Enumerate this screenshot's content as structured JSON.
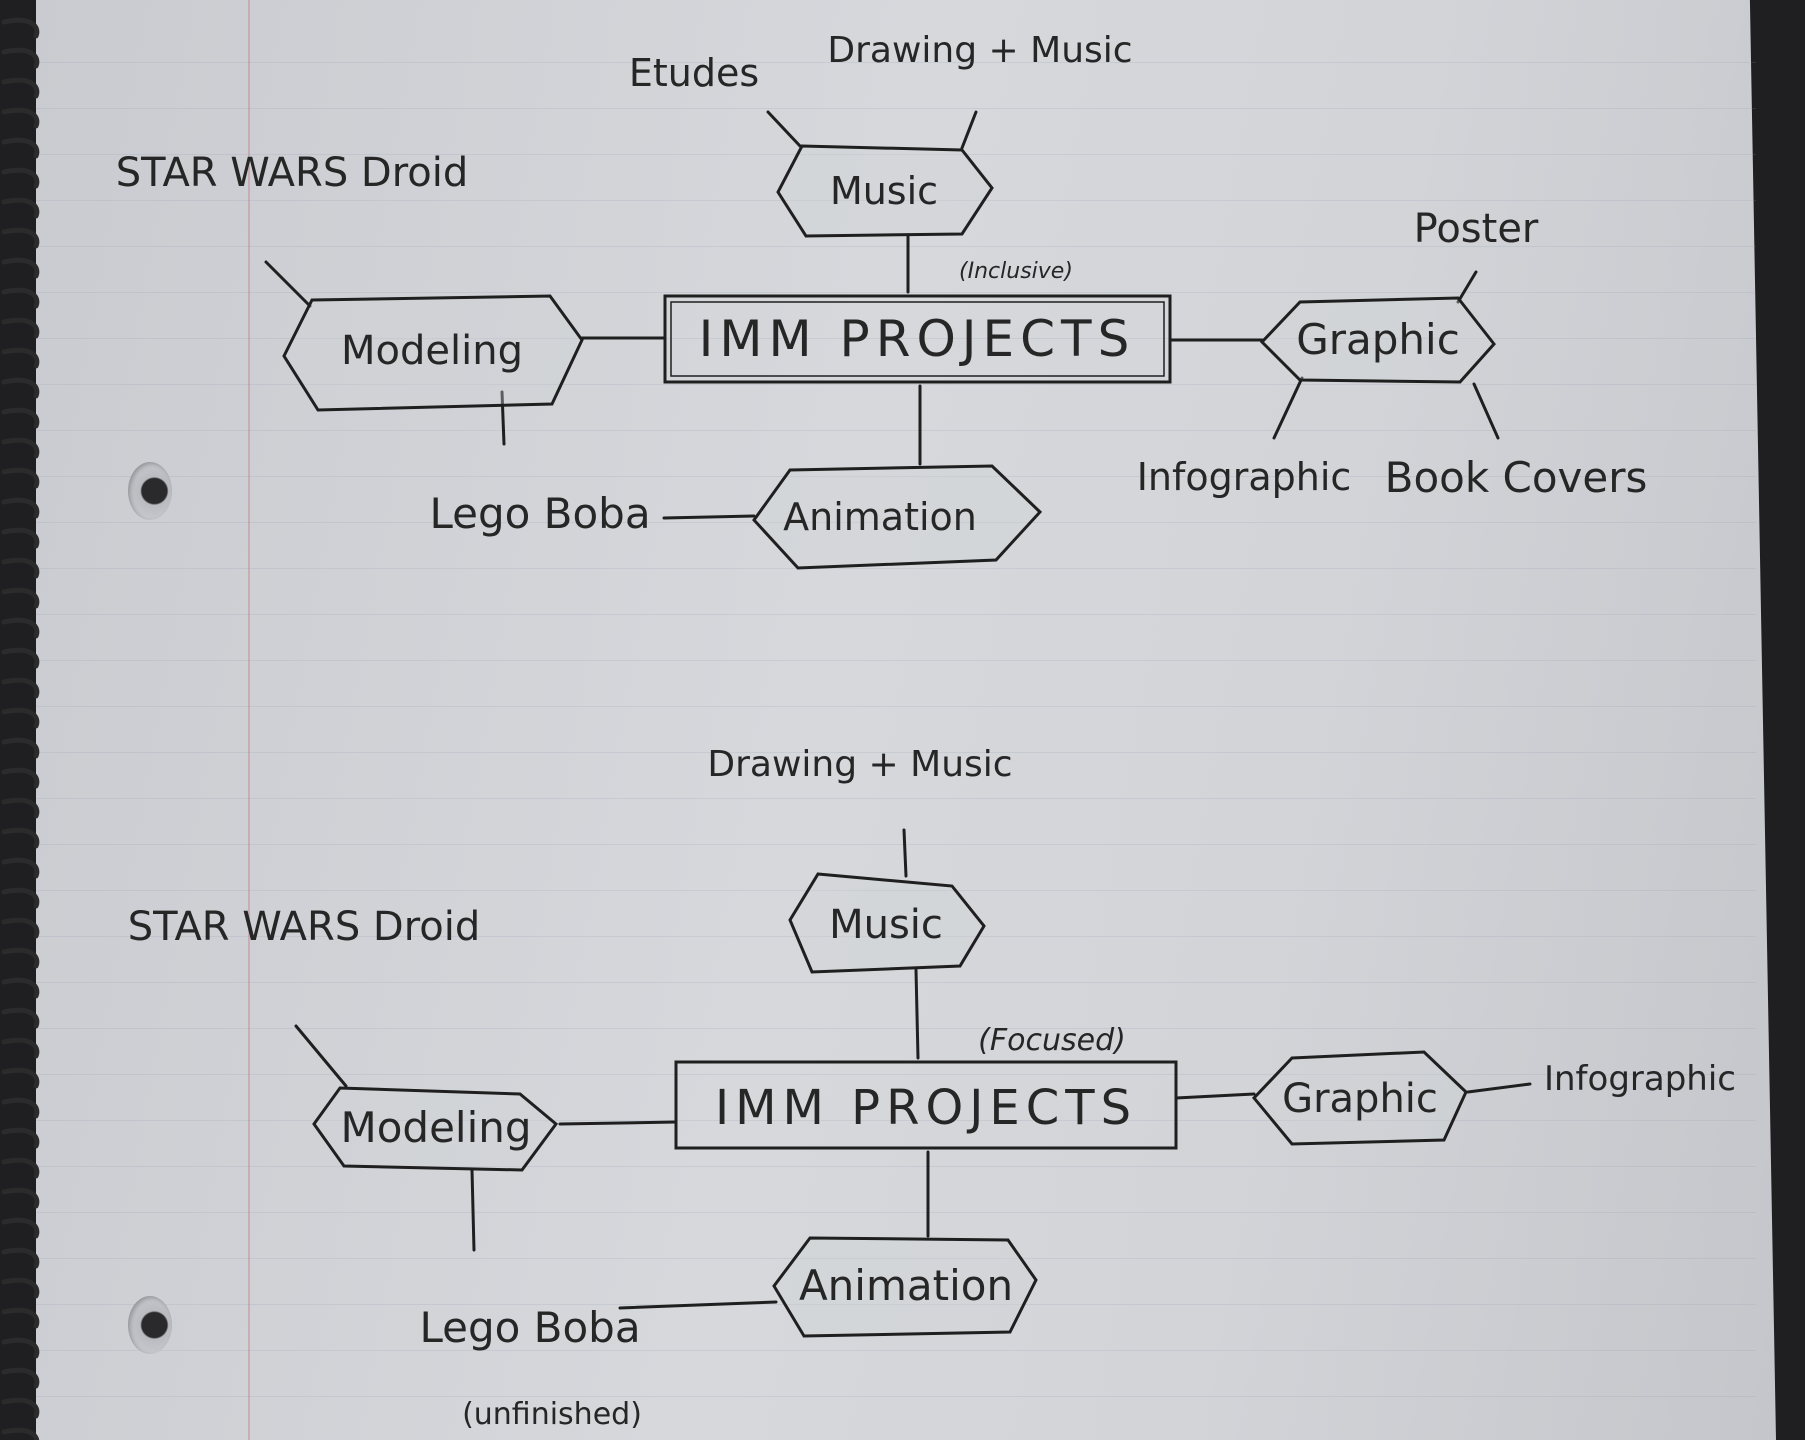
{
  "diagram_top": {
    "center": {
      "title": "IMM PROJECTS",
      "note": "(Inclusive)"
    },
    "categories": {
      "music": {
        "label": "Music",
        "items": [
          "Etudes",
          "Drawing + Music"
        ]
      },
      "modeling": {
        "label": "Modeling",
        "items": [
          "STAR WARS Droid",
          "Lego Boba"
        ]
      },
      "graphic": {
        "label": "Graphic",
        "items": [
          "Poster",
          "Infographic",
          "Book Covers"
        ]
      },
      "animation": {
        "label": "Animation"
      }
    }
  },
  "diagram_bottom": {
    "center": {
      "title": "IMM PROJECTS",
      "note": "(Focused)"
    },
    "categories": {
      "music": {
        "label": "Music",
        "items": [
          "Drawing + Music"
        ]
      },
      "modeling": {
        "label": "Modeling",
        "items": [
          "STAR WARS Droid",
          "Lego Boba"
        ],
        "item_note": "(unfinished)"
      },
      "graphic": {
        "label": "Graphic",
        "items": [
          "Infographic"
        ]
      },
      "animation": {
        "label": "Animation"
      }
    }
  },
  "colors": {
    "ink": "#1f1f1f",
    "paper": "#d3d5d9",
    "background": "#1f1f21",
    "margin": "#be6e78"
  }
}
